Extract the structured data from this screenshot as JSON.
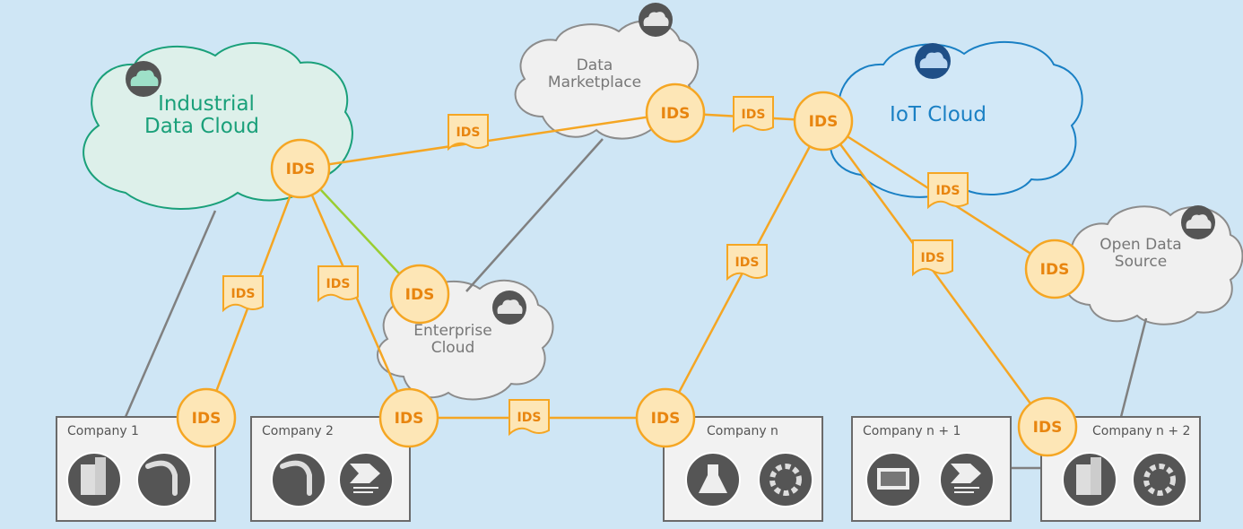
{
  "connector_label": "IDS",
  "clouds": {
    "industrial": {
      "line1": "Industrial",
      "line2": "Data Cloud"
    },
    "marketplace": {
      "line1": "Data",
      "line2": "Marketplace"
    },
    "iot": {
      "line1": "IoT Cloud"
    },
    "enterprise": {
      "line1": "Enterprise",
      "line2": "Cloud"
    },
    "open_data": {
      "line1": "Open Data",
      "line2": "Source"
    }
  },
  "companies": [
    {
      "label": "Company 1",
      "icons": [
        "office-building-icon",
        "robot-arm-icon"
      ]
    },
    {
      "label": "Company 2",
      "icons": [
        "robot-arm-icon",
        "process-flow-icon"
      ]
    },
    {
      "label": "Company n",
      "icons": [
        "lab-flask-icon",
        "gear-icon"
      ]
    },
    {
      "label": "Company n + 1",
      "icons": [
        "container-icon",
        "process-flow-icon"
      ]
    },
    {
      "label": "Company n + 2",
      "icons": [
        "office-building-icon",
        "gear-icon"
      ]
    }
  ],
  "colors": {
    "background": "#cfe6f5",
    "ids_orange": "#f5a623",
    "ids_fill": "#fde6b6",
    "industrial_green": "#1aa07a",
    "iot_blue": "#1a80c4",
    "grey_cloud": "#8c8c8c",
    "link_green": "#9acd32",
    "link_grey": "#808080"
  }
}
